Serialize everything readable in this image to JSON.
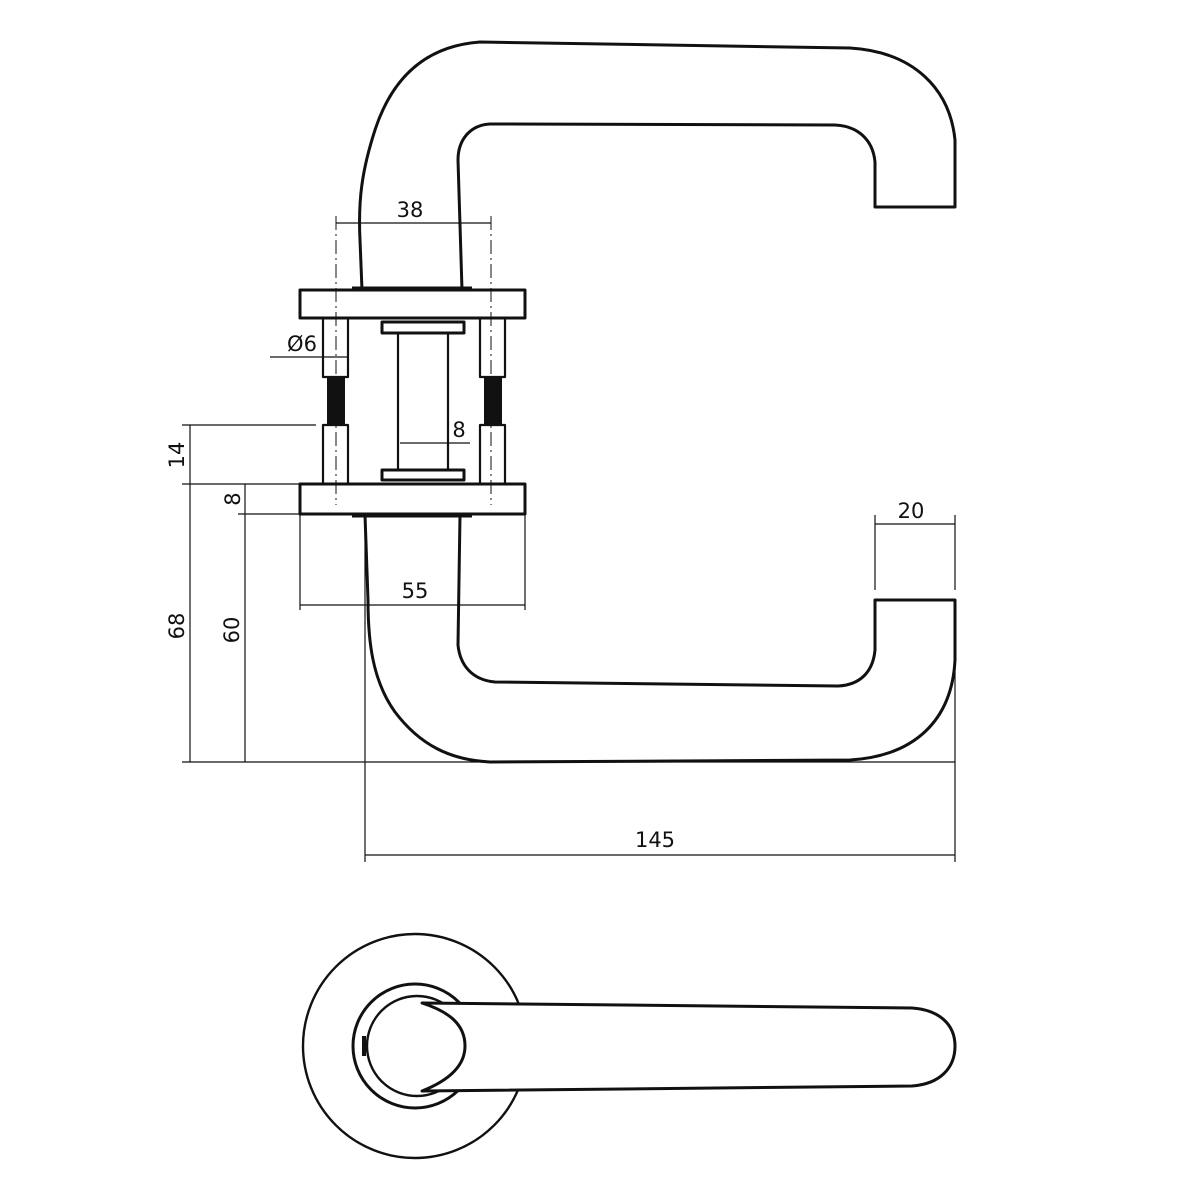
{
  "dimensions": {
    "rose_hole_spacing": "38",
    "bolt_diameter": "Ø6",
    "spindle_size": "8",
    "rose_gap": "14",
    "rose_thickness": "8",
    "rose_diameter": "55",
    "grip_diameter": "20",
    "projection_total": "68",
    "projection_from_rose": "60",
    "lever_length": "145"
  },
  "colors": {
    "line": "#111111",
    "background": "#ffffff"
  }
}
